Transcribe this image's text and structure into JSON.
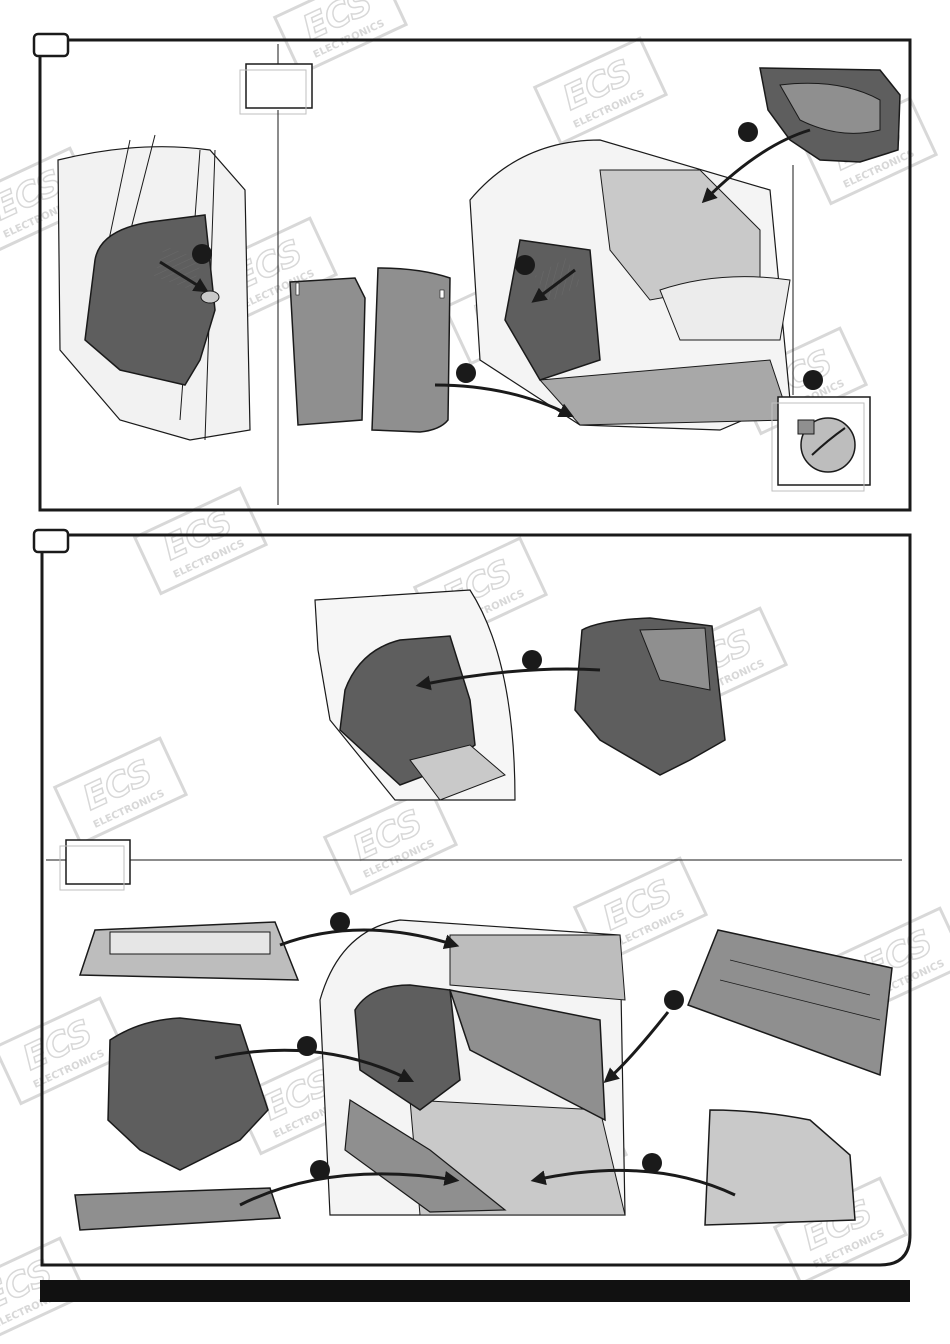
{
  "watermark": {
    "logo_text": "ECS",
    "sub_text": "ELECTRONICS"
  },
  "colors": {
    "frame": "#1a1a1a",
    "panel_dark": "#5e5e5e",
    "panel_mid": "#8f8f8f",
    "panel_light": "#c9c9c9",
    "floor": "#a8a8a8",
    "watermark": "#d8d8d8",
    "footer_bar": "#111111"
  },
  "panels": [
    {
      "id": "panel-1",
      "step_marker": "",
      "sub_markers": [
        "",
        ""
      ],
      "callouts": [
        "",
        "",
        "",
        ""
      ]
    },
    {
      "id": "panel-2",
      "step_marker": "",
      "sub_markers": [
        ""
      ],
      "callouts": [
        "",
        "",
        "",
        "",
        "",
        ""
      ]
    }
  ]
}
